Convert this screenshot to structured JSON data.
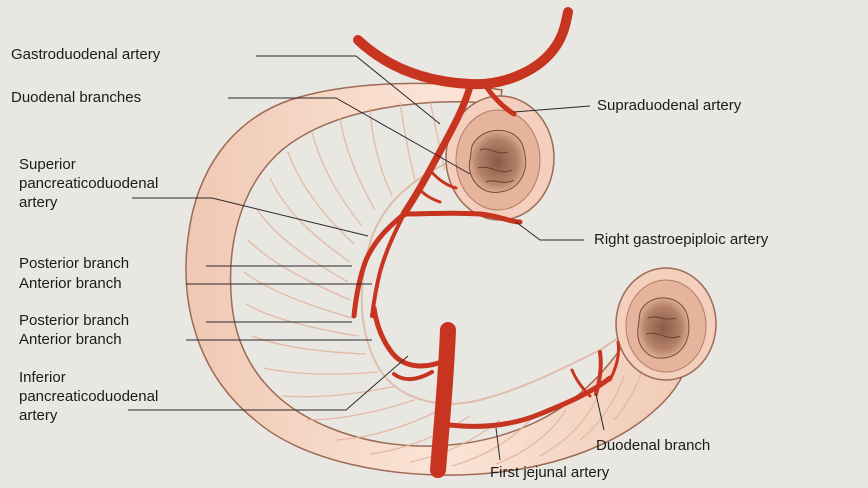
{
  "colors": {
    "background": "#e9e7e2",
    "duodenum_fill": "#f6d9c9",
    "duodenum_outline": "#9c6a55",
    "artery": "#c7341f",
    "artery_dark": "#8e1f12",
    "lumen": "#b07e66",
    "leader_line": "#2a2a2a"
  },
  "labels": {
    "gastroduodenal_artery": "Gastroduodenal artery",
    "duodenal_branches": "Duodenal branches",
    "supraduodenal_artery": "Supraduodenal artery",
    "superior_pd_line1": "Superior",
    "superior_pd_line2": "pancreaticoduodenal",
    "superior_pd_line3": "artery",
    "right_gastroepiploic_artery": "Right gastroepiploic artery",
    "posterior_branch_upper": "Posterior branch",
    "anterior_branch_upper": "Anterior branch",
    "posterior_branch_lower": "Posterior branch",
    "anterior_branch_lower": "Anterior branch",
    "inferior_pd_line1": "Inferior",
    "inferior_pd_line2": "pancreaticoduodenal",
    "inferior_pd_line3": "artery",
    "duodenal_branch": "Duodenal branch",
    "first_jejunal_artery": "First jejunal artery"
  }
}
